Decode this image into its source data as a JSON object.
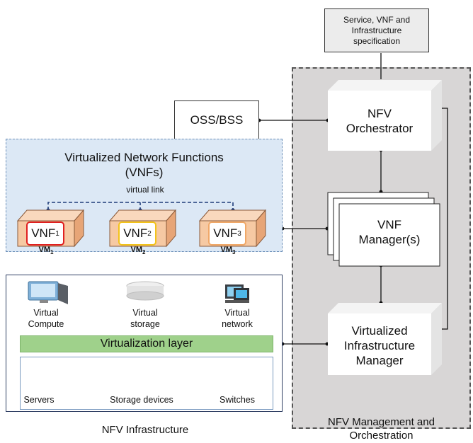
{
  "spec_scroll": {
    "text": "Service, VNF and\nInfrastructure\nspecification"
  },
  "mano": {
    "caption": "NFV Management and\nOrchestration",
    "orchestrator": "NFV\nOrchestrator",
    "vnf_manager": "VNF\nManager(s)",
    "vim": "Virtualized\nInfrastructure\nManager"
  },
  "oss_bss": "OSS/BSS",
  "vnfs": {
    "title": "Virtualized Network Functions\n(VNFs)",
    "virtual_link": "virtual link",
    "items": [
      {
        "vnf": "VNF",
        "vnf_sub": "1",
        "vm": "VM",
        "vm_sub": "1",
        "border": "#e02020"
      },
      {
        "vnf": "VNF",
        "vnf_sub": "2",
        "vm": "VM",
        "vm_sub": "2",
        "border": "#f2c31a"
      },
      {
        "vnf": "VNF",
        "vnf_sub": "3",
        "vm": "VM",
        "vm_sub": "3",
        "border": "#f0a868"
      }
    ]
  },
  "nfvi": {
    "caption": "NFV Infrastructure",
    "virtual": [
      {
        "label": "Virtual\nCompute",
        "icon": "virtual-compute-icon"
      },
      {
        "label": "Virtual\nstorage",
        "icon": "virtual-storage-icon"
      },
      {
        "label": "Virtual\nnetwork",
        "icon": "virtual-network-icon"
      }
    ],
    "virtualization_layer": "Virtualization layer",
    "hardware": [
      {
        "label": "Servers",
        "icon": "servers-icon"
      },
      {
        "label": "Storage devices",
        "icon": "storage-devices-icon"
      },
      {
        "label": "Switches",
        "icon": "switches-icon"
      }
    ]
  },
  "colors": {
    "vm_face": "#f6c9a3",
    "vm_side": "#e7a577",
    "vnf_area": "#dce8f5",
    "mano_bg": "#d8d6d6",
    "virt_layer": "#9fd18b"
  }
}
